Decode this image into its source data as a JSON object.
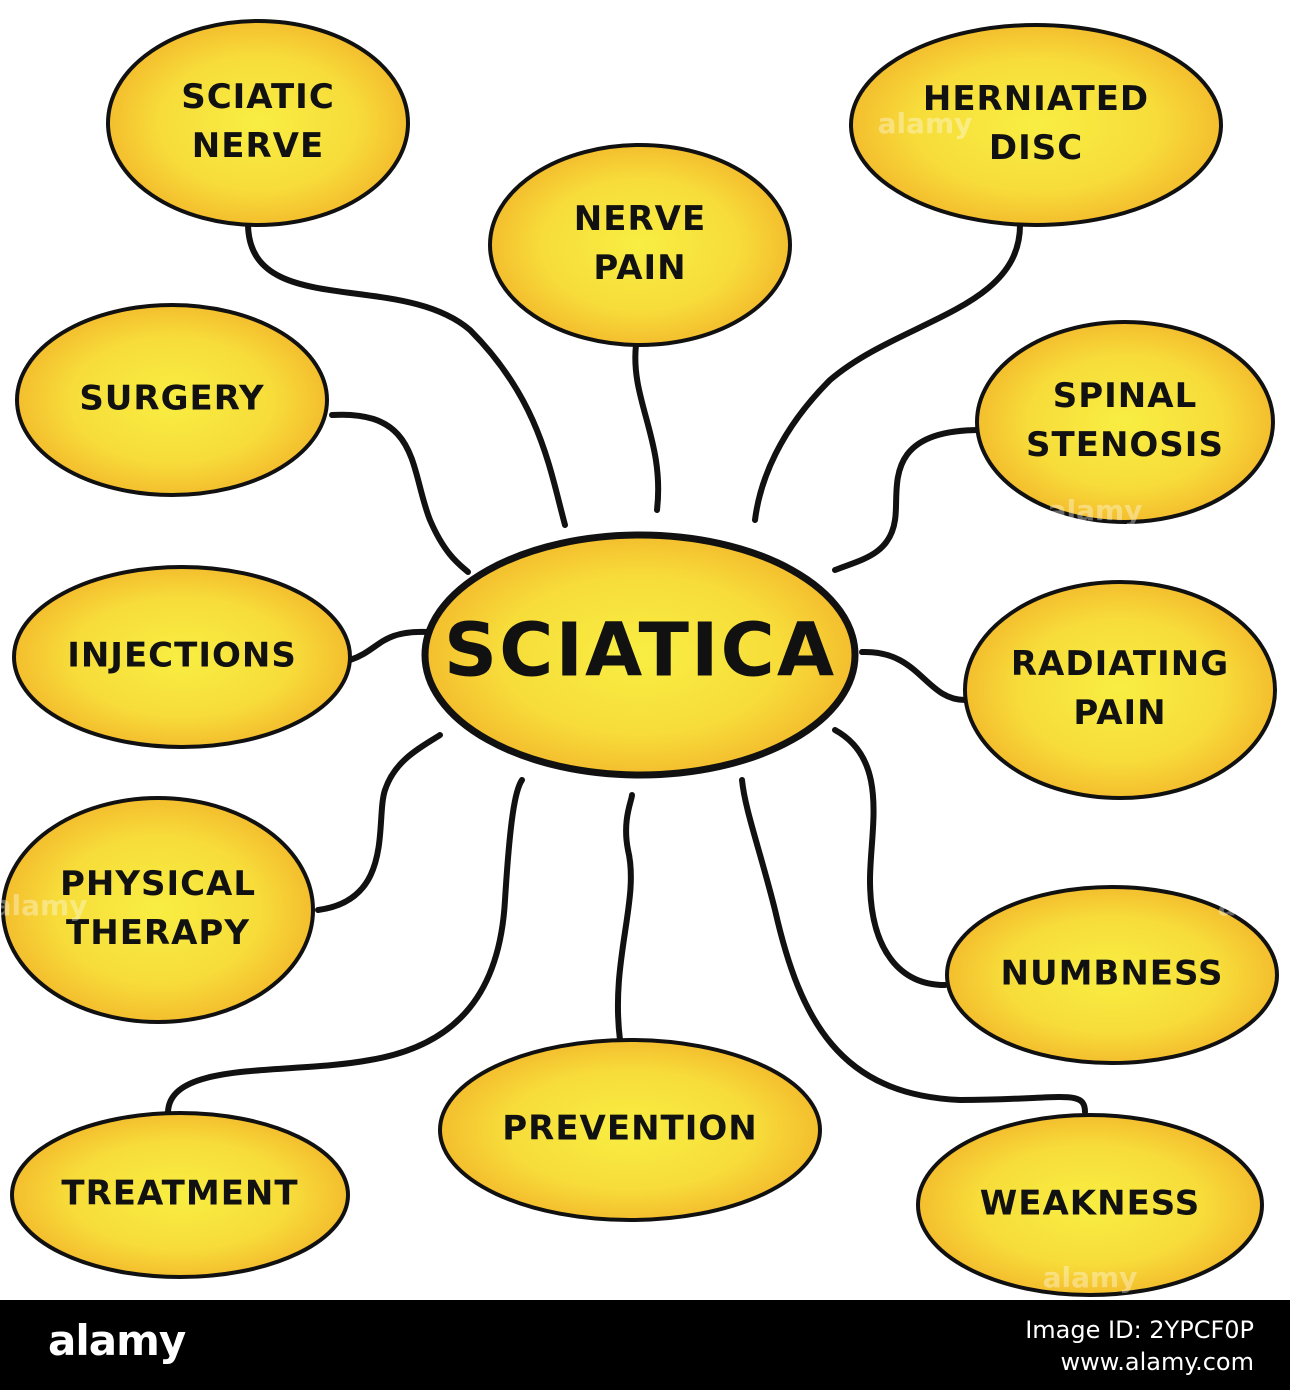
{
  "colors": {
    "node_edge": "#f3b52a",
    "node_core": "#f8ee42",
    "ink": "#111111",
    "footer_bg": "#000000"
  },
  "diagram": {
    "center": "SCIATICA",
    "nodes": [
      {
        "id": "sciatic-nerve",
        "lines": [
          "SCIATIC",
          "NERVE"
        ]
      },
      {
        "id": "nerve-pain",
        "lines": [
          "NERVE",
          "PAIN"
        ]
      },
      {
        "id": "herniated-disc",
        "lines": [
          "HERNIATED",
          "DISC"
        ]
      },
      {
        "id": "surgery",
        "lines": [
          "SURGERY"
        ]
      },
      {
        "id": "spinal-stenosis",
        "lines": [
          "SPINAL",
          "STENOSIS"
        ]
      },
      {
        "id": "injections",
        "lines": [
          "INJECTIONS"
        ]
      },
      {
        "id": "radiating-pain",
        "lines": [
          "RADIATING",
          "PAIN"
        ]
      },
      {
        "id": "physical-therapy",
        "lines": [
          "PHYSICAL",
          "THERAPY"
        ]
      },
      {
        "id": "numbness",
        "lines": [
          "NUMBNESS"
        ]
      },
      {
        "id": "treatment",
        "lines": [
          "TREATMENT"
        ]
      },
      {
        "id": "prevention",
        "lines": [
          "PREVENTION"
        ]
      },
      {
        "id": "weakness",
        "lines": [
          "WEAKNESS"
        ]
      }
    ]
  },
  "watermark": "alamy",
  "footer": {
    "logo": "alamy",
    "image_id": "Image ID: 2YPCF0P",
    "site": "www.alamy.com"
  }
}
